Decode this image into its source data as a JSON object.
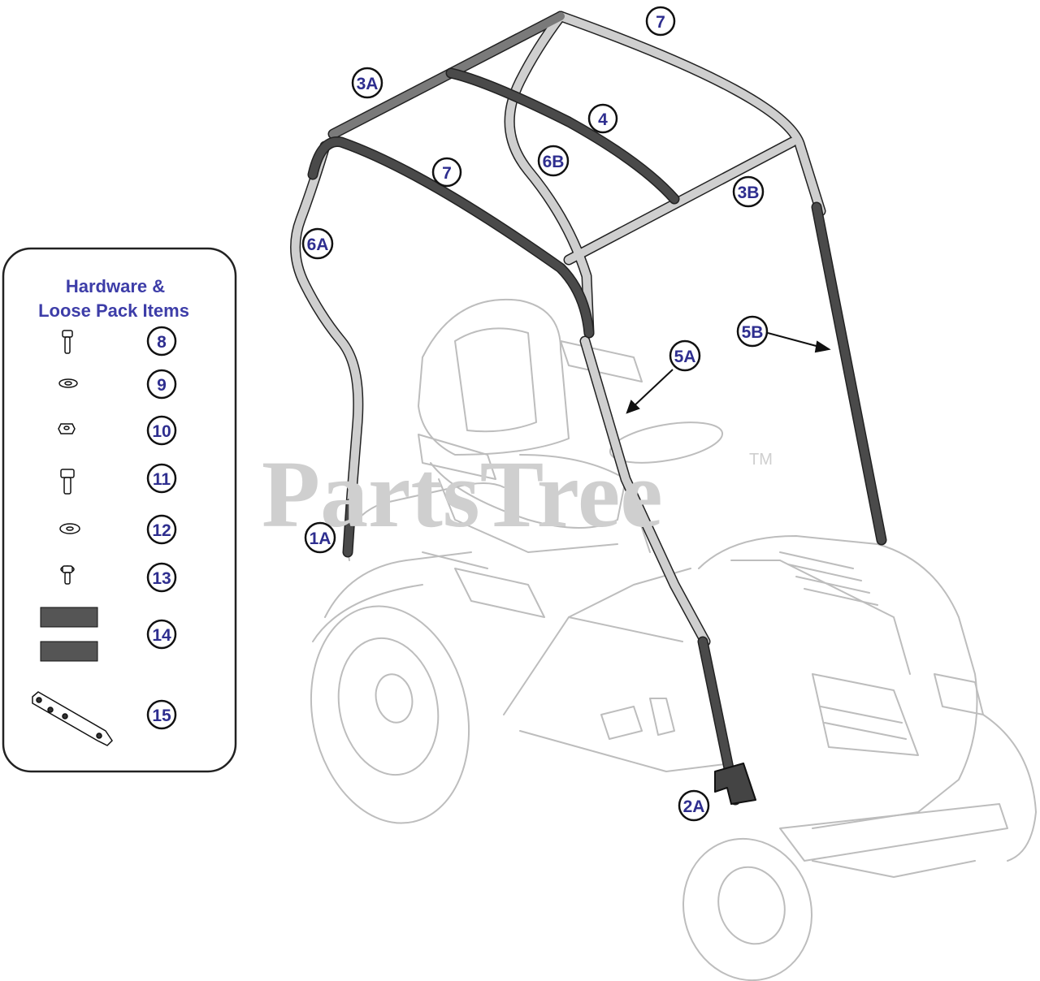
{
  "watermark": {
    "text": "PartsTree",
    "mark": "TM"
  },
  "panel": {
    "title_line1": "Hardware &",
    "title_line2": "Loose Pack Items",
    "items": [
      {
        "label": "8",
        "icon": "bolt-icon"
      },
      {
        "label": "9",
        "icon": "washer-icon"
      },
      {
        "label": "10",
        "icon": "nut-icon"
      },
      {
        "label": "11",
        "icon": "large-bolt-icon"
      },
      {
        "label": "12",
        "icon": "large-washer-icon"
      },
      {
        "label": "13",
        "icon": "flange-bolt-icon"
      },
      {
        "label": "14",
        "icon": "pad-strip-icon"
      },
      {
        "label": "15",
        "icon": "mounting-bracket-icon"
      }
    ]
  },
  "callouts": {
    "c7_top": "7",
    "c3a": "3A",
    "c4": "4",
    "c6b": "6B",
    "c7_mid": "7",
    "c3b": "3B",
    "c6a": "6A",
    "c5b": "5B",
    "c5a": "5A",
    "c1a": "1A",
    "c2a": "2A"
  },
  "colors": {
    "callout_text": "#2e2e8f",
    "panel_title": "#3d3da8",
    "dark_tube": "#4a4a4a",
    "light_tube": "#c8c8c8",
    "mower_outline": "#bdbdbd",
    "watermark": "#cfcfcf"
  }
}
